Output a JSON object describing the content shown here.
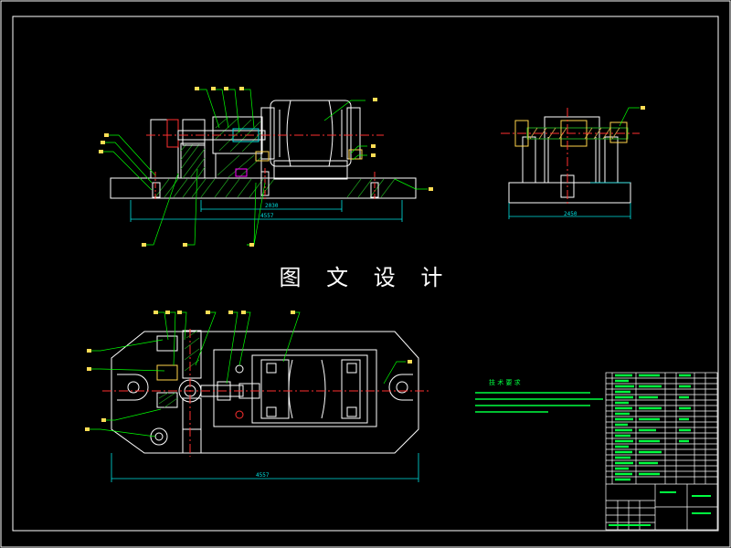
{
  "watermark": "图 文 设 计",
  "colors": {
    "background": "#000000",
    "frame": "#ffffff",
    "outline": "#ffffff",
    "hatch": "#1fa31f",
    "dimension": "#00e0e0",
    "leader": "#00ff00",
    "center": "#ff3030",
    "highlight": "#ff00ff",
    "accent": "#ffd54a",
    "callout": "#ffdd55",
    "table_text": "#00ff40"
  },
  "views": {
    "front": {
      "dims": [
        "2030",
        "4557"
      ]
    },
    "side": {
      "dims": [
        "2450"
      ]
    },
    "plan": {
      "dims": [
        "4557"
      ]
    }
  },
  "notes": {
    "title": "技 术 要 求",
    "lines": [
      "",
      "",
      "",
      ""
    ]
  },
  "title_block": {
    "name": "",
    "part": "",
    "drawing_no": ""
  }
}
